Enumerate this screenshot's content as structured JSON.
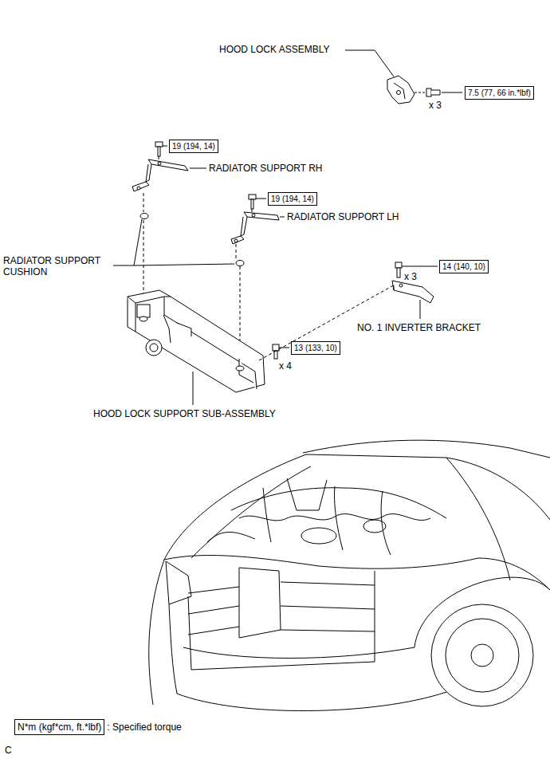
{
  "diagram": {
    "nodes": [
      {
        "text": [
          "7.5 (77, 66 in.*lbf)"
        ]
      },
      {
        "text": [
          "19 (194, 14)"
        ]
      },
      {
        "text": [
          "19 (194, 14)"
        ]
      },
      {
        "text": [
          "14 (140, 10)"
        ]
      },
      {
        "text": [
          "13 (133, 10)"
        ]
      },
      {
        "text": [
          "N*m (kgf*cm, ft.*lbf)"
        ]
      }
    ],
    "labels": [
      "HOOD LOCK ASSEMBLY",
      "x 3",
      "RADIATOR SUPPORT RH",
      "RADIATOR SUPPORT LH",
      "RADIATOR SUPPORT CUSHION",
      "x 3",
      "NO. 1 INVERTER BRACKET",
      "x 4",
      "HOOD LOCK SUPPORT SUB-ASSEMBLY",
      ": Specified torque",
      "C"
    ]
  }
}
